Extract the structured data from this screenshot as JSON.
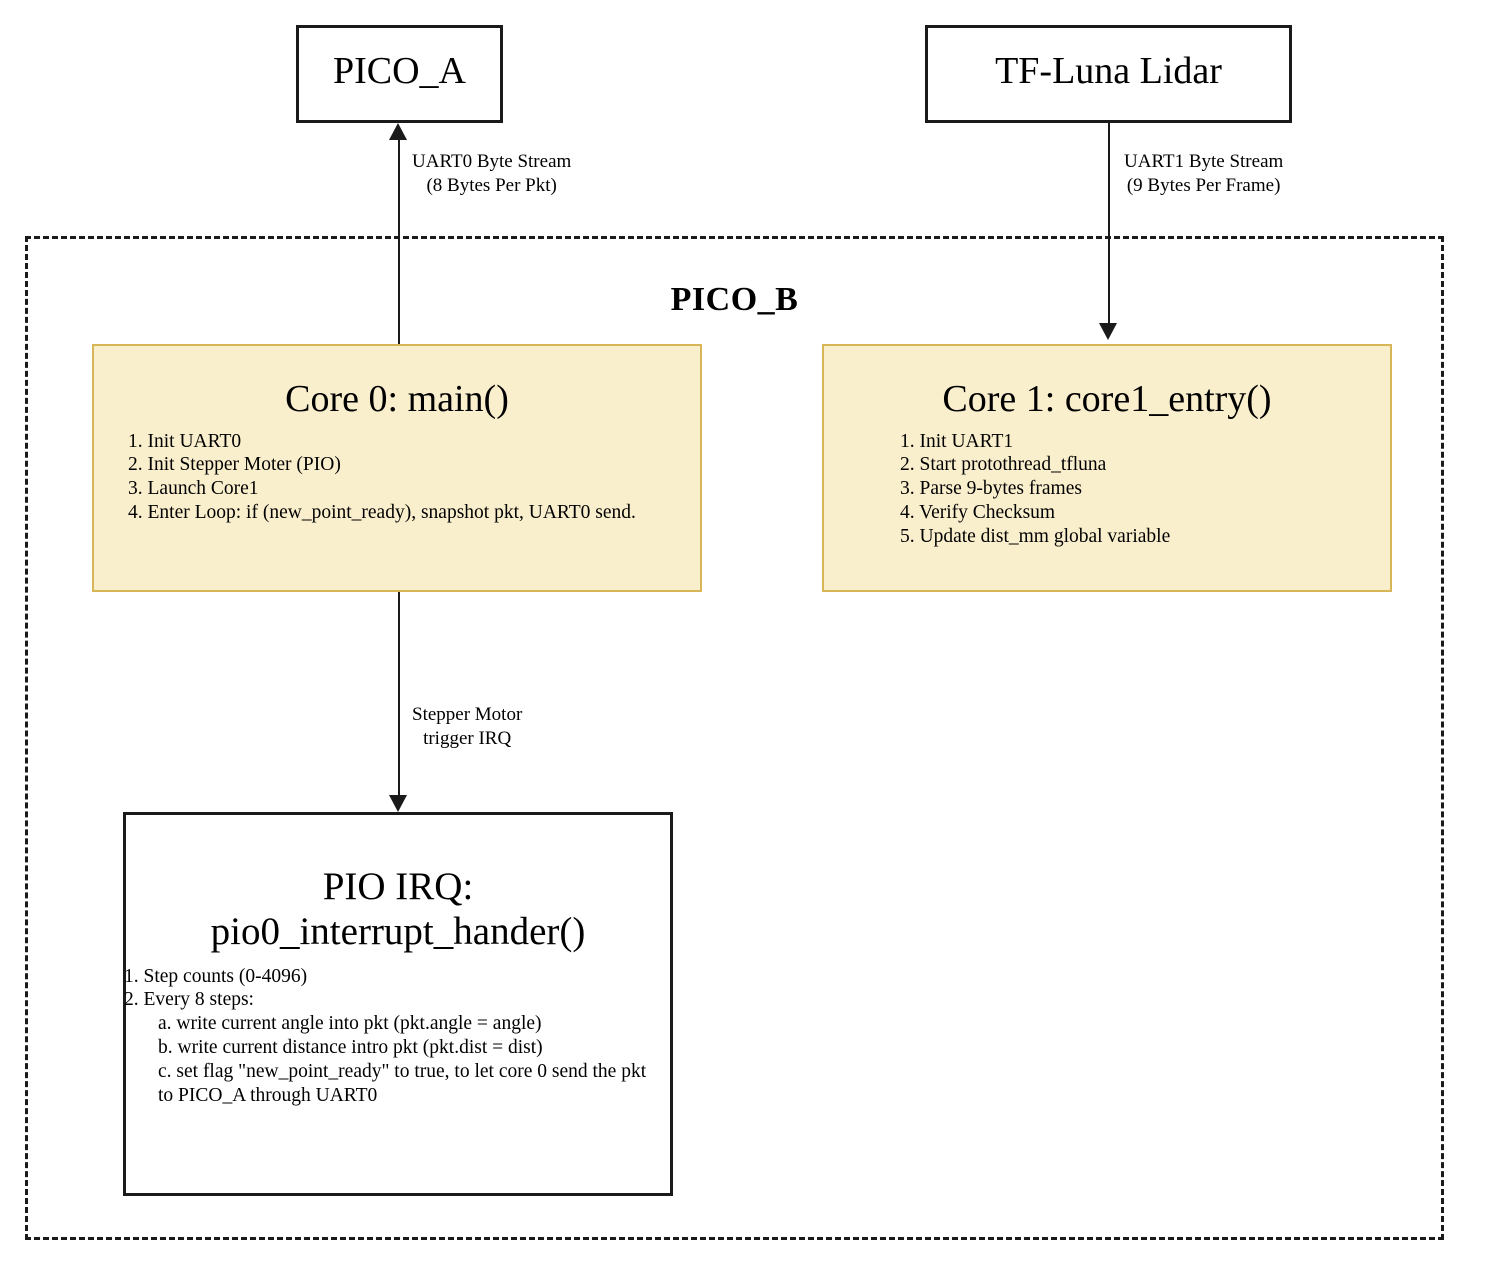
{
  "diagram": {
    "container": {
      "title": "PICO_B",
      "border_style": "dashed"
    },
    "external_nodes": [
      {
        "id": "pico_a",
        "title": "PICO_A"
      },
      {
        "id": "tf_luna",
        "title": "TF-Luna Lidar"
      }
    ],
    "pico_a": {
      "title": "PICO_A"
    },
    "tf_luna": {
      "title": "TF-Luna Lidar"
    },
    "core0": {
      "title": "Core 0: main()",
      "fill_color": "#faefcd",
      "border_color": "#d6b656",
      "steps": [
        "1. Init UART0",
        "2. Init Stepper Moter (PIO)",
        "3. Launch Core1",
        "4. Enter Loop: if (new_point_ready), snapshot pkt, UART0 send."
      ]
    },
    "core1": {
      "title": "Core 1: core1_entry()",
      "fill_color": "#faefcd",
      "border_color": "#d6b656",
      "steps": [
        "1. Init UART1",
        "2. Start protothread_tfluna",
        "3. Parse 9-bytes frames",
        "4. Verify Checksum",
        "5. Update dist_mm global variable"
      ]
    },
    "pio_irq": {
      "title_line1": "PIO IRQ:",
      "title_line2": "pio0_interrupt_hander()",
      "steps": [
        "1. Step counts (0-4096)",
        "2. Every 8 steps:",
        "a. write current angle into pkt (pkt.angle = angle)",
        "b. write current distance intro pkt (pkt.dist = dist)",
        "c. set flag \"new_point_ready\" to true, to let core 0 send the pkt to PICO_A through UART0"
      ]
    },
    "edges": [
      {
        "id": "core0-to-pico_a",
        "from": "Core 0: main()",
        "to": "PICO_A",
        "direction": "up",
        "label_line1": "UART0 Byte Stream",
        "label_line2": "(8 Bytes Per Pkt)"
      },
      {
        "id": "tf_luna-to-core1",
        "from": "TF-Luna Lidar",
        "to": "Core 1: core1_entry()",
        "direction": "down",
        "label_line1": "UART1 Byte Stream",
        "label_line2": "(9 Bytes Per Frame)"
      },
      {
        "id": "core0-to-pio_irq",
        "from": "Core 0: main()",
        "to": "PIO IRQ: pio0_interrupt_hander()",
        "direction": "down",
        "label_line1": "Stepper Motor",
        "label_line2": "trigger IRQ"
      }
    ],
    "edge_labels": {
      "uart0_l1": "UART0 Byte Stream",
      "uart0_l2": "(8 Bytes Per Pkt)",
      "uart1_l1": "UART1 Byte Stream",
      "uart1_l2": "(9 Bytes Per Frame)",
      "irq_l1": "Stepper Motor",
      "irq_l2": "trigger IRQ"
    }
  }
}
